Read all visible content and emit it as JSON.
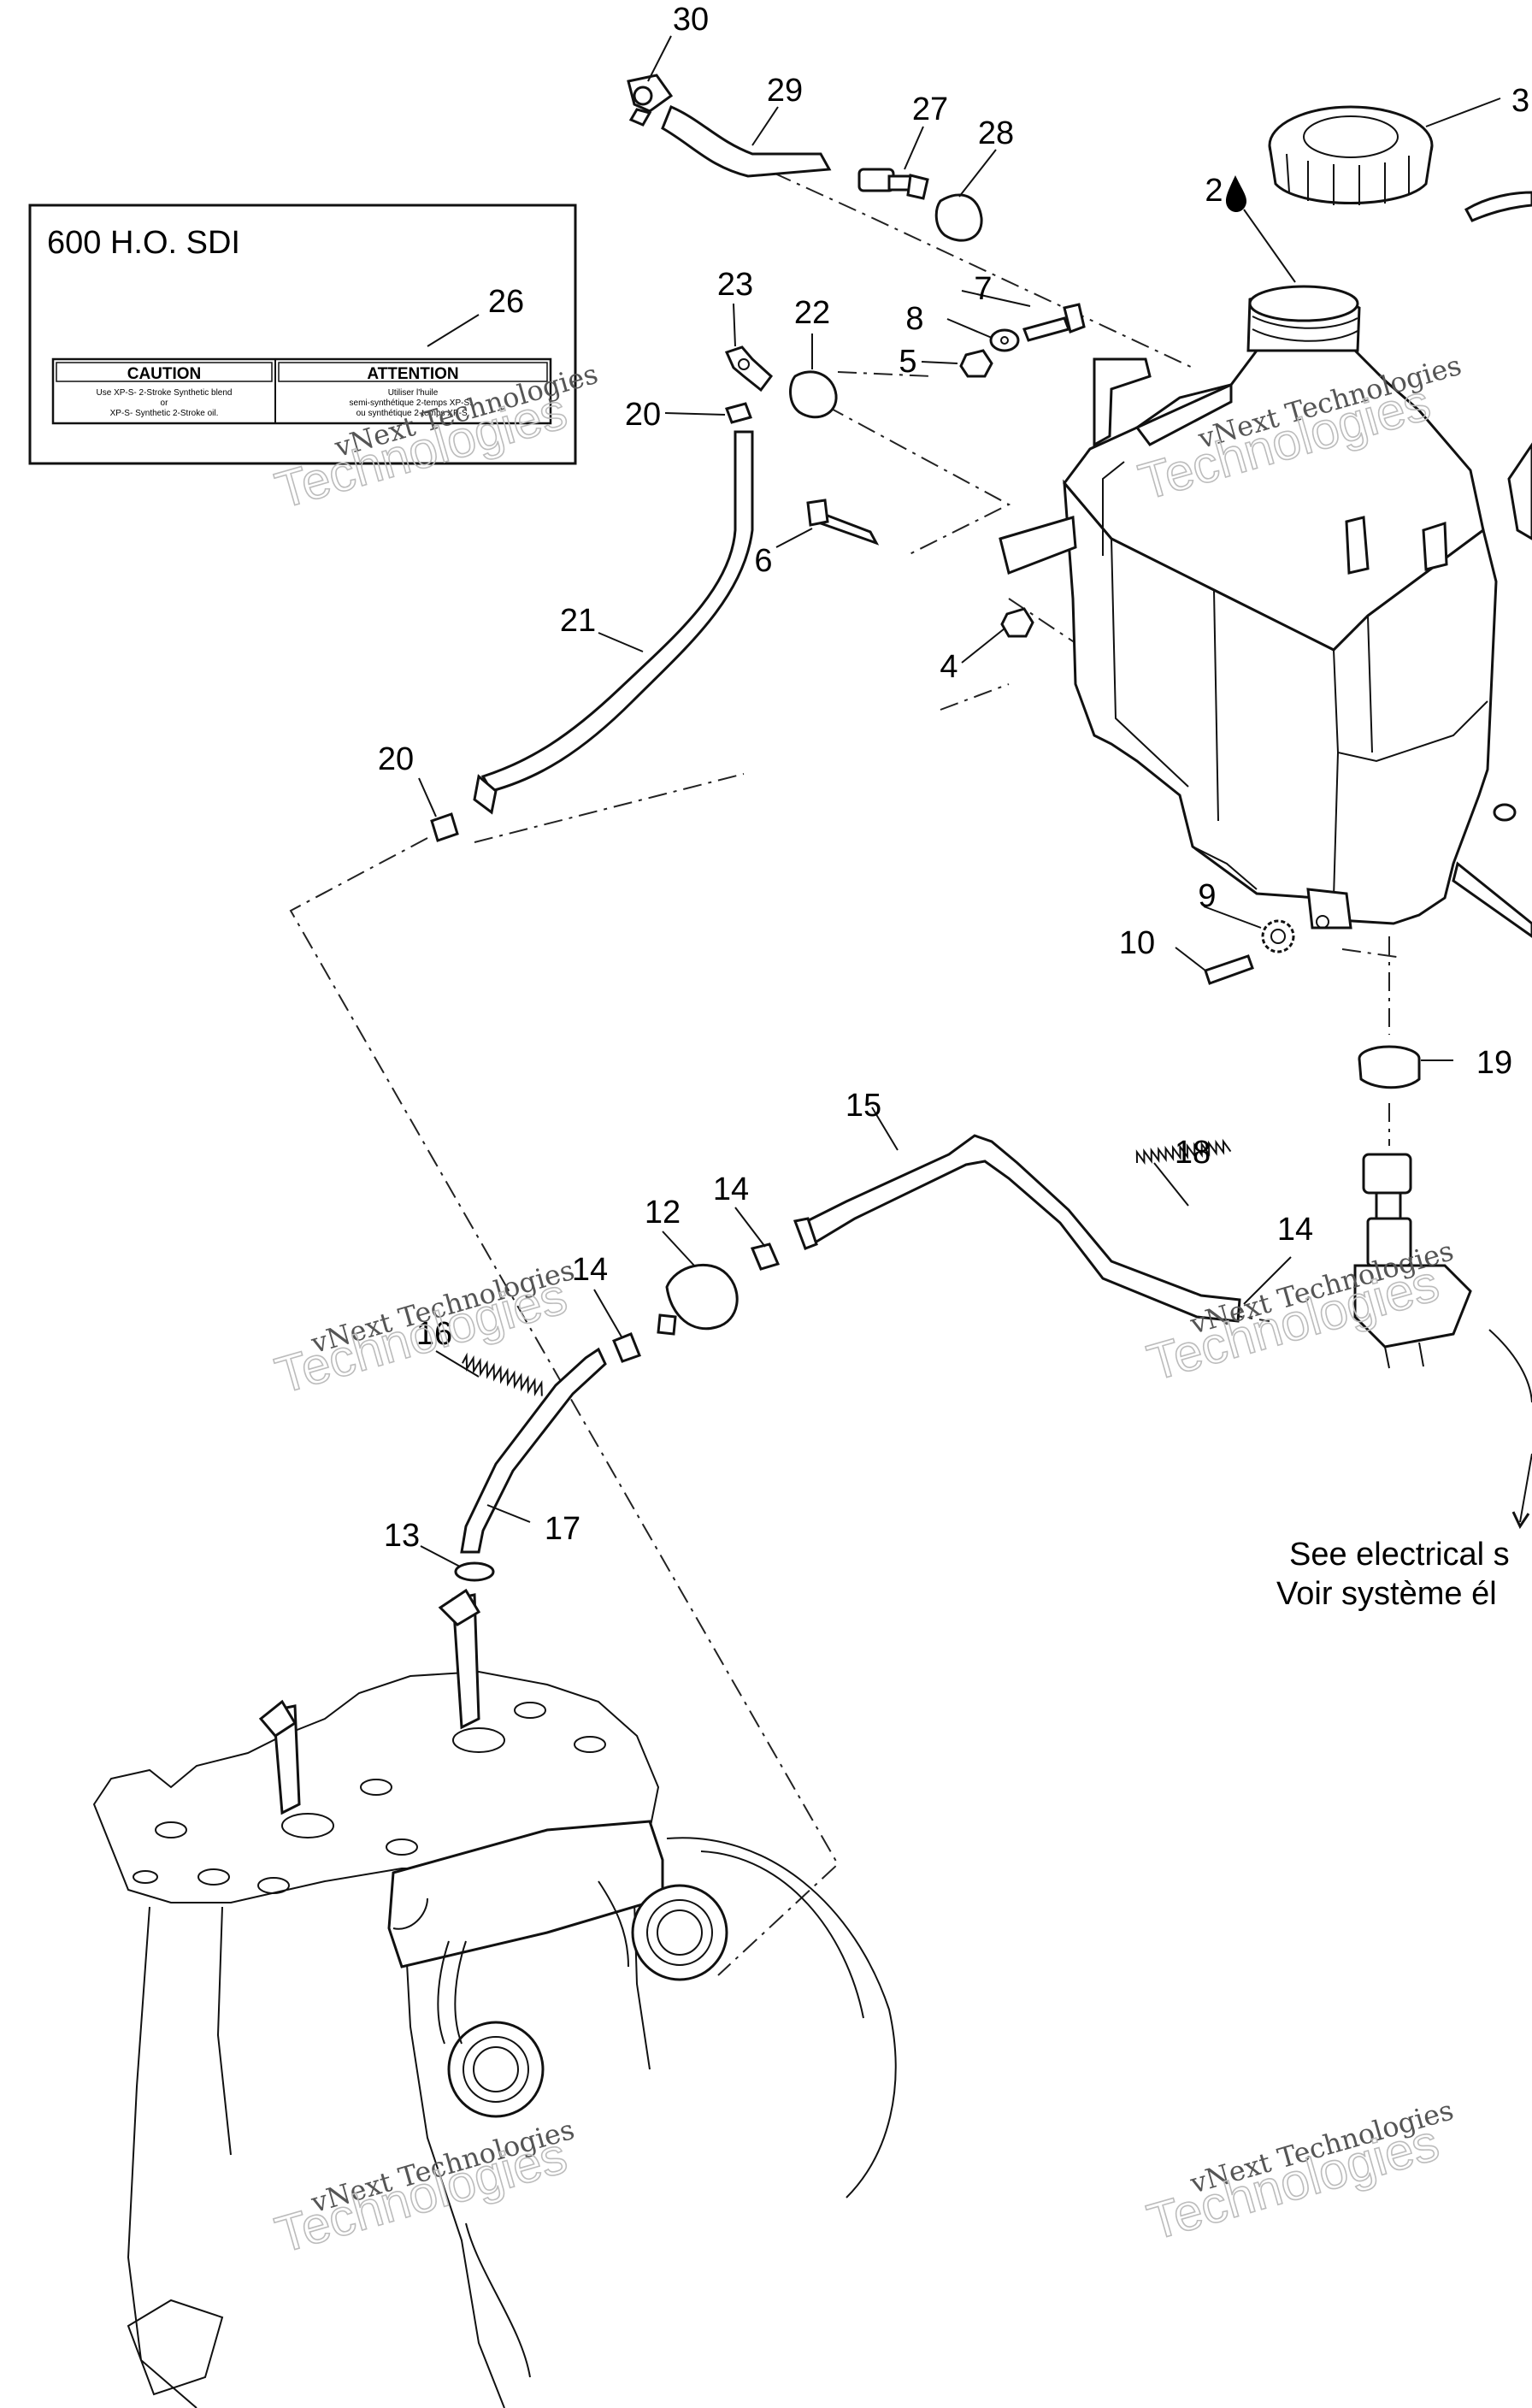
{
  "inset": {
    "title": "600 H.O. SDI",
    "label_left": {
      "heading": "CAUTION",
      "line1": "Use XP-S- 2-Stroke Synthetic blend",
      "line2": "or",
      "line3": "XP-S- Synthetic 2-Stroke oil."
    },
    "label_right": {
      "heading": "ATTENTION",
      "line1": "Utiliser l'huile",
      "line2": "semi-synthétique 2-temps XP-S...",
      "line3": "ou synthétique 2-temps XP-S."
    }
  },
  "callouts": [
    "30",
    "29",
    "27",
    "28",
    "3",
    "2",
    "26",
    "23",
    "22",
    "7",
    "8",
    "5",
    "20",
    "6",
    "21",
    "4",
    "20",
    "9",
    "10",
    "19",
    "15",
    "18",
    "14",
    "12",
    "14",
    "14",
    "16",
    "17",
    "13"
  ],
  "notes": {
    "en": "See electrical s",
    "fr": "Voir système él"
  },
  "watermark": {
    "small": "vNext Technologies",
    "large": "Technologies"
  }
}
